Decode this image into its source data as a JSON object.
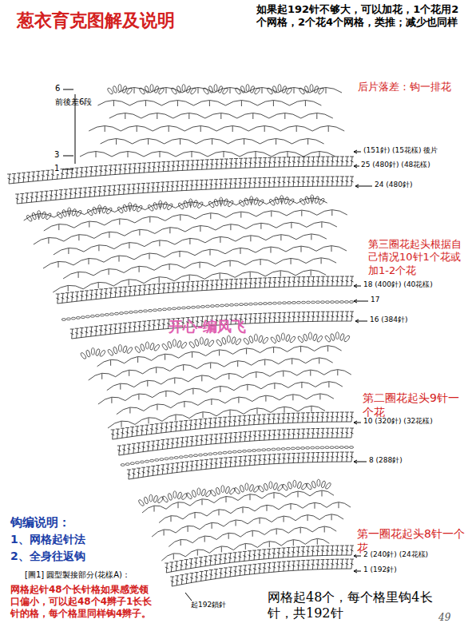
{
  "diagram": {
    "title": "葱衣育克图解及说明",
    "labels": [
      "如果起192针不够大，可以加花，1个花用2个网格，2个花4个网格，类推；减少也同样",
      "后片落差：钩一排花",
      "前後差6段",
      "6",
      "3",
      "1",
      "(151針) (15花樣) 後片",
      "25 (480針) (48花樣)",
      "24 (480針)",
      "第三圈花起头根据自己情况10针1个花或加1-2个花",
      "18 (400針) (40花樣)",
      "17",
      "16 (384針)",
      "开心-编风飞",
      "第二圈花起头9针一个花",
      "10 (320針) (32花樣)",
      "8 (288針)",
      "第一圈花起头8针一个花",
      "2 (240針) (24花樣)",
      "1 (192針)",
      "起192鎖針",
      "钩编说明：",
      "1、网格起针法",
      "2、全身往返钩",
      "[圖1] 圓型製接部分(花樣A)：",
      "网格起针48个长针格如果感觉领口偏小，可以起48个4辫子1长长针的格，每个格里同样钩4辫子。",
      "网格起48个，每个格里钩4长针，共192针",
      "49"
    ]
  }
}
